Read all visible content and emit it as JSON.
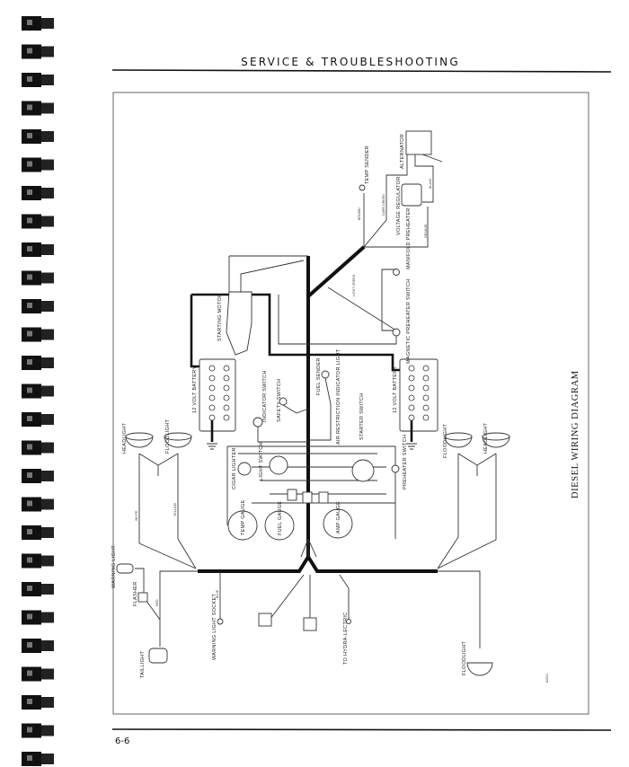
{
  "header": {
    "title": "SERVICE & TROUBLESHOOTING"
  },
  "diagram": {
    "title": "DIESEL WIRING DIAGRAM",
    "figure_number": "82014",
    "components": {
      "temp_sender": "TEMP SENDER",
      "alternator": "ALTERNATOR",
      "voltage_regulator": "VOLTAGE REGULATOR",
      "manifold_preheater": "MANIFOLD PREHEATER",
      "magnetic_preheater_switch": "MAGNETIC PREHEATER SWITCH",
      "starting_motor": "STARTING MOTOR",
      "battery_left": "12 VOLT BATTERY",
      "battery_right": "12 VOLT BATTERY",
      "indicator_switch": "INDICATOR SWITCH",
      "safety_switch": "SAFETY SWITCH",
      "fuel_sender": "FUEL SENDER",
      "air_restriction": "AIR RESTRICTION INDICATOR LIGHT",
      "starter_switch": "STARTER SWITCH",
      "preheater_switch": "PREHEATER SWITCH",
      "headlight_left": "HEADLIGHT",
      "floodlight_left": "FLOODLIGHT",
      "floodlight_right": "FLOODLIGHT",
      "headlight_right": "HEADLIGHT",
      "cigar_lighter": "CIGAR LIGHTER",
      "light_switch": "LIGHT SWITCH",
      "temp_gauge": "TEMP GAUGE",
      "fuel_gauge": "FUEL GAUGE",
      "amp_gauge": "AMP GAUGE",
      "warning_light": "WARNING LIGHT",
      "flasher": "FLASHER",
      "taillight": "TAILLIGHT",
      "warning_light_socket": "WARNING LIGHT SOCKET",
      "hydra_lectric": "TO HYDRA-LECTRIC",
      "floodlight_rear": "FLOODLIGHT"
    },
    "wires": {
      "brown": "BROWN",
      "dark_green": "DARK GREEN",
      "light_green": "LIGHT GREEN",
      "black": "BLACK",
      "orange": "ORANGE",
      "white": "WHITE",
      "yellow": "YELLOW",
      "blue": "BLUE",
      "red": "RED"
    }
  },
  "footer": {
    "page_number": "6-6"
  }
}
